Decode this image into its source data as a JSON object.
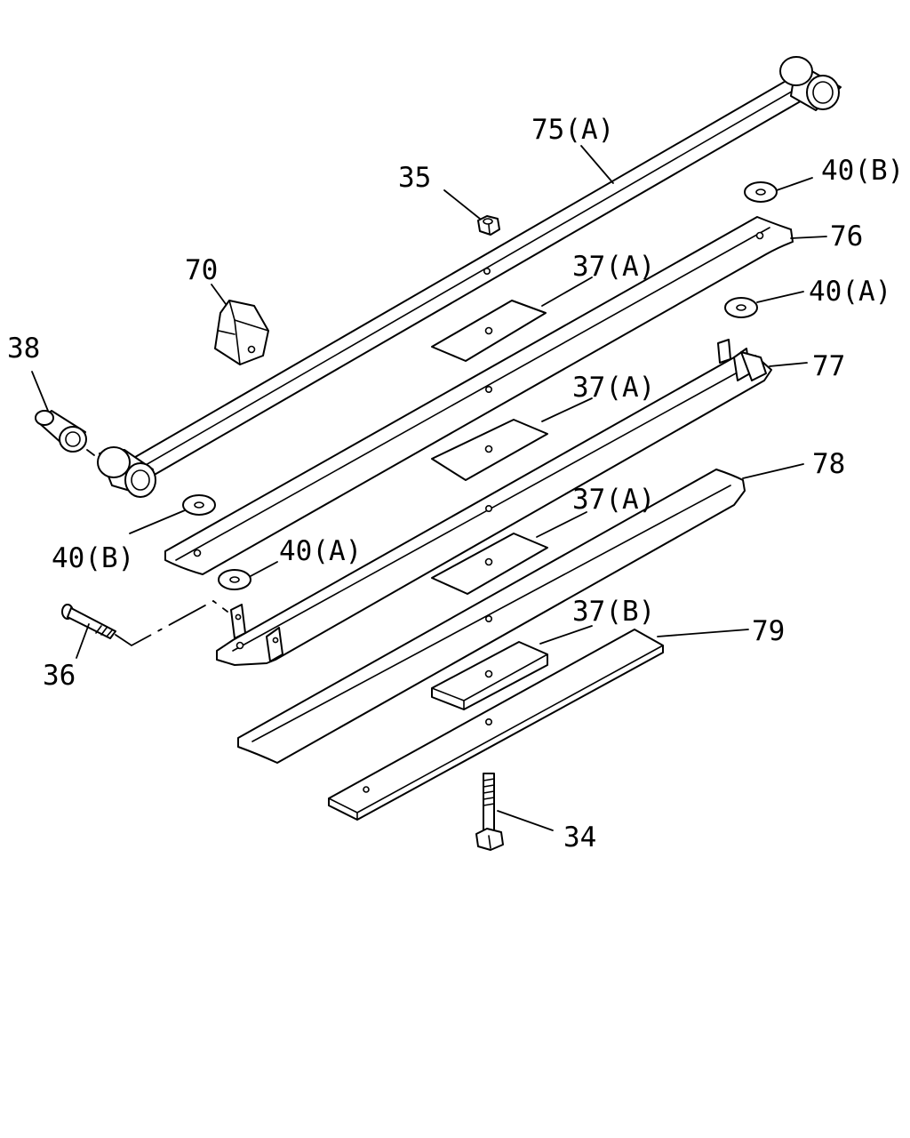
{
  "diagram": {
    "background": "#ffffff",
    "line_color": "#000000",
    "callouts": {
      "p75a": "75(A)",
      "p35": "35",
      "p40b_top": "40(B)",
      "p76": "76",
      "p70": "70",
      "p37a_1": "37(A)",
      "p40a_top": "40(A)",
      "p38": "38",
      "p77": "77",
      "p37a_2": "37(A)",
      "p78": "78",
      "p37a_3": "37(A)",
      "p40b_low": "40(B)",
      "p40a_low": "40(A)",
      "p37b": "37(B)",
      "p79": "79",
      "p36": "36",
      "p34": "34"
    }
  }
}
